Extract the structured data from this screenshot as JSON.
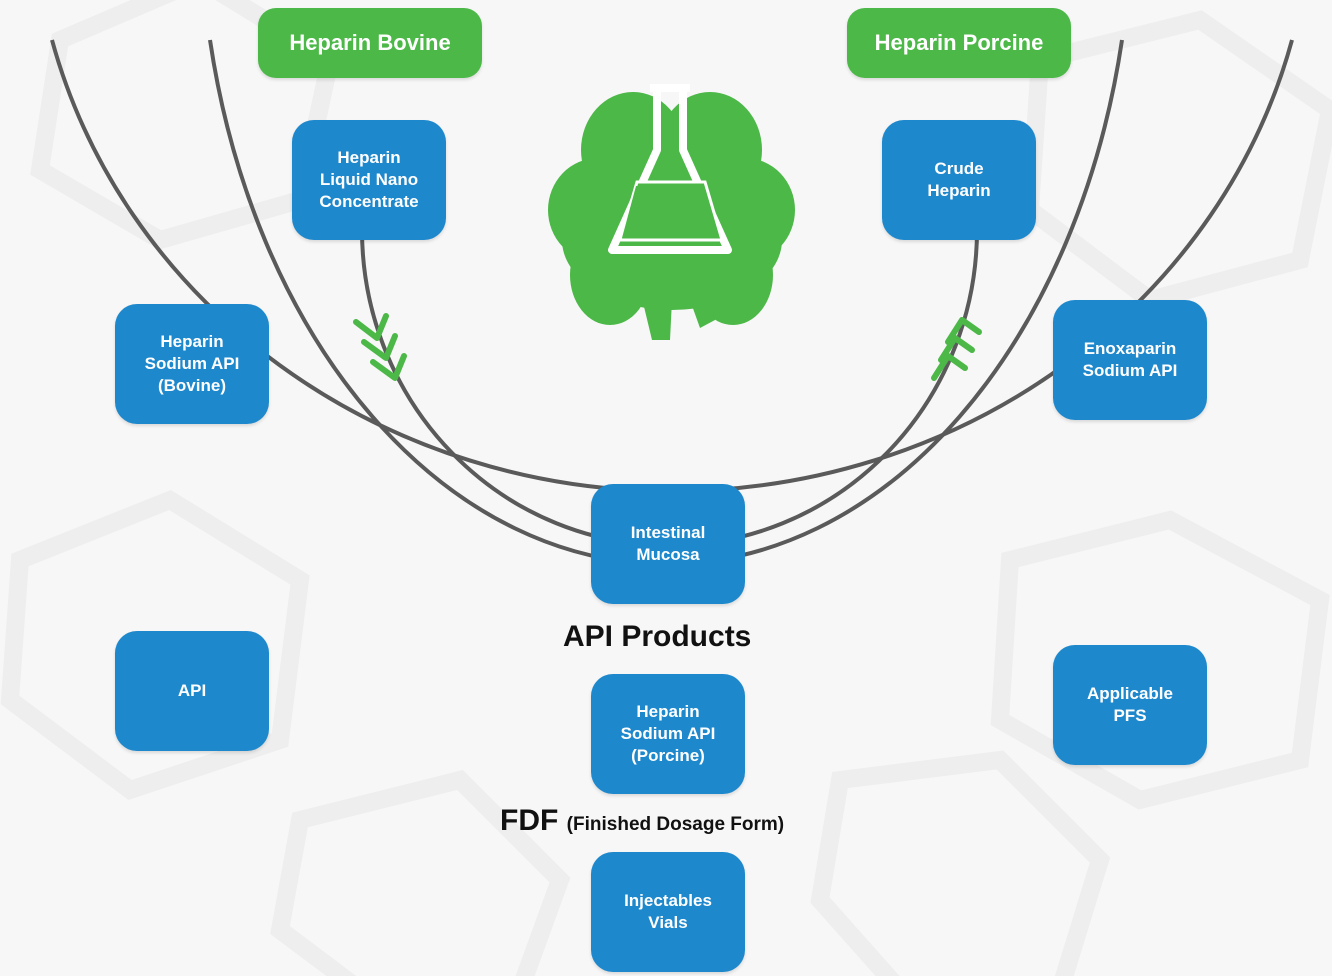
{
  "diagram": {
    "top_pills": [
      {
        "id": "bovine",
        "label": "Heparin Bovine"
      },
      {
        "id": "porcine",
        "label": "Heparin Porcine"
      }
    ],
    "nodes": [
      {
        "id": "liquid-nano",
        "label": "Heparin\nLiquid Nano\nConcentrate"
      },
      {
        "id": "crude",
        "label": "Crude\nHeparin"
      },
      {
        "id": "api-bovine",
        "label": "Heparin\nSodium API\n(Bovine)"
      },
      {
        "id": "enoxaparin",
        "label": "Enoxaparin\nSodium API"
      },
      {
        "id": "mucosa",
        "label": "Intestinal\nMucosa"
      },
      {
        "id": "api",
        "label": "API"
      },
      {
        "id": "pfs",
        "label": "Applicable\nPFS"
      },
      {
        "id": "api-porcine",
        "label": "Heparin\nSodium API\n(Porcine)"
      },
      {
        "id": "vials",
        "label": "Injectables\nVials"
      }
    ],
    "labels": {
      "api_products": "API Products",
      "fdf": "FDF",
      "fdf_sub": "(Finished Dosage Form)"
    }
  },
  "colors": {
    "node_blue": "#1e88cd",
    "pill_green": "#4cb848",
    "logo_green": "#4cb848",
    "arc_gray": "#5a5a5a"
  },
  "icons": [
    "flask-leaf-logo-icon",
    "chevron-down-arrows-icon",
    "chevron-up-arrows-icon"
  ]
}
